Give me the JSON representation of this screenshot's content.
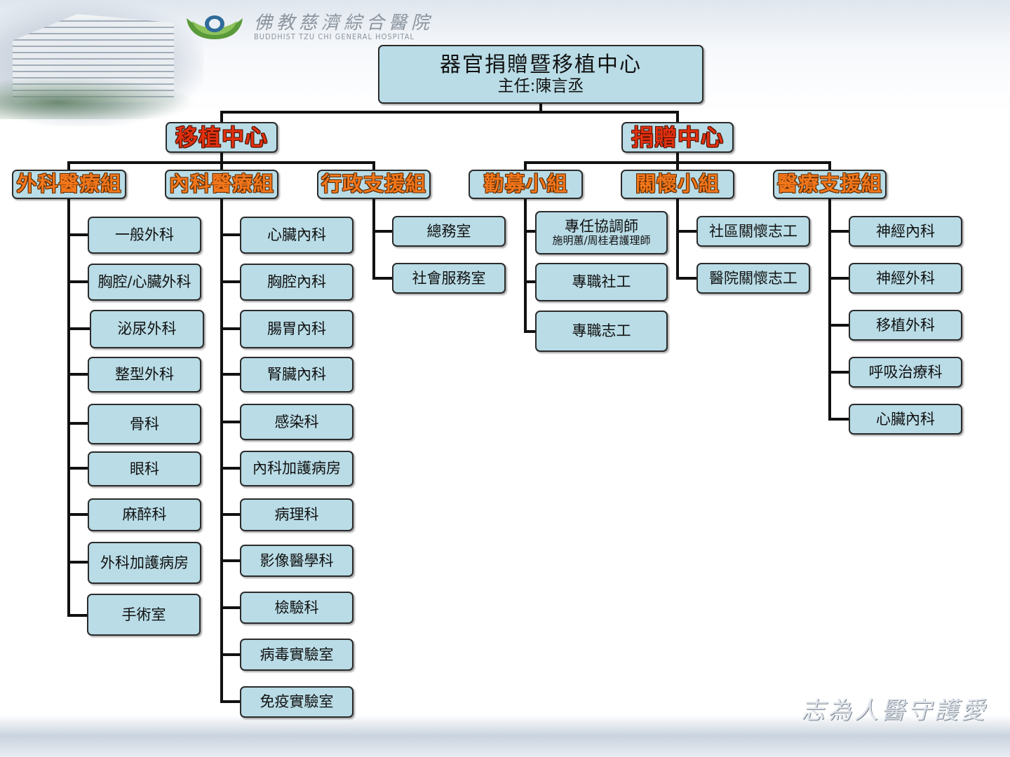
{
  "header": {
    "logo_cn": "佛教慈濟綜合醫院",
    "logo_en": "BUDDHIST TZU CHI GENERAL HOSPITAL",
    "slogan": "志為人醫守護愛"
  },
  "org": {
    "root": {
      "title": "器官捐贈暨移植中心",
      "subtitle": "主任:陳言丞"
    },
    "centers": {
      "transplant": "移植中心",
      "donation": "捐贈中心"
    },
    "groups": {
      "surgical": "外科醫療組",
      "medical": "內科醫療組",
      "admin": "行政支援組",
      "recruit": "勸募小組",
      "care": "關懷小組",
      "medsupport": "醫療支援組"
    },
    "surgical_units": [
      "一般外科",
      "胸腔/心臟外科",
      "泌尿外科",
      "整型外科",
      "骨科",
      "眼科",
      "麻醉科",
      "外科加護病房",
      "手術室"
    ],
    "medical_units": [
      "心臟內科",
      "胸腔內科",
      "腸胃內科",
      "腎臟內科",
      "感染科",
      "內科加護病房",
      "病理科",
      "影像醫學科",
      "檢驗科",
      "病毒實驗室",
      "免疫實驗室"
    ],
    "admin_units": [
      "總務室",
      "社會服務室"
    ],
    "recruit_units": [
      {
        "label": "專任協調師",
        "sub": "施明蕙/周桂君護理師"
      },
      {
        "label": "專職社工"
      },
      {
        "label": "專職志工"
      }
    ],
    "care_units": [
      "社區關懷志工",
      "醫院關懷志工"
    ],
    "medsupport_units": [
      "神經內科",
      "神經外科",
      "移植外科",
      "呼吸治療科",
      "心臟內科"
    ]
  }
}
